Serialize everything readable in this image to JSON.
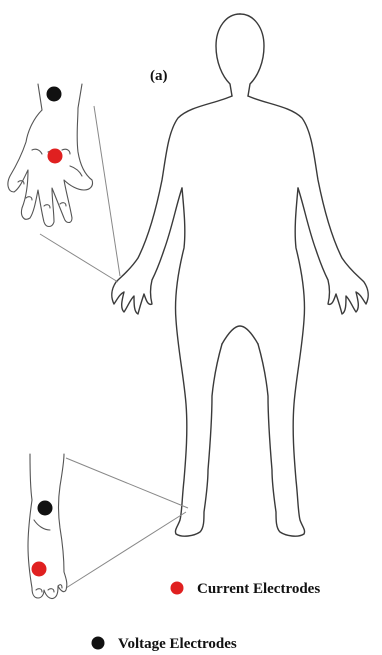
{
  "figure": {
    "panel_label": "(a)"
  },
  "legend": {
    "current": {
      "label": "Current Electrodes",
      "color": "#e02020"
    },
    "voltage": {
      "label": "Voltage Electrodes",
      "color": "#111111"
    }
  },
  "callouts": {
    "hand": {
      "icon": "hand-icon",
      "electrodes": [
        "voltage",
        "current"
      ]
    },
    "foot": {
      "icon": "foot-icon",
      "electrodes": [
        "voltage",
        "current"
      ]
    }
  },
  "body": {
    "icon": "human-body-outline-icon"
  }
}
